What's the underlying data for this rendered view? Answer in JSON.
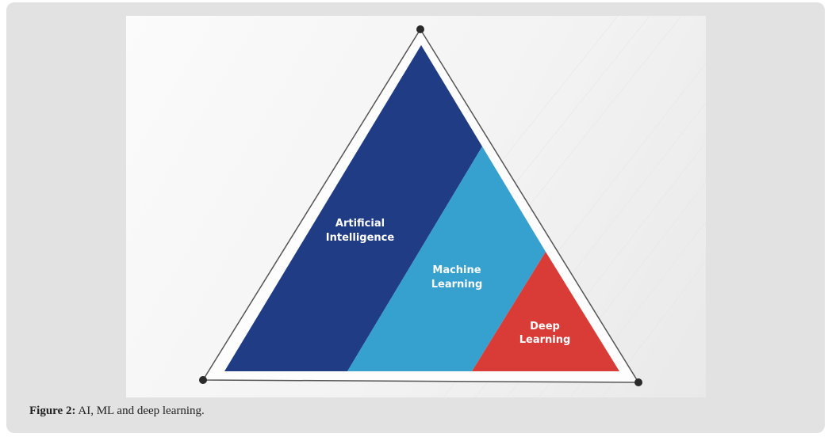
{
  "figure": {
    "labels": {
      "ai_line1": "Artificial",
      "ai_line2": "Intelligence",
      "ml_line1": "Machine",
      "ml_line2": "Learning",
      "dl_line1": "Deep",
      "dl_line2": "Learning"
    },
    "colors": {
      "ai": "#1f3c85",
      "ml": "#36a1cf",
      "dl": "#d93c36",
      "outline": "#555555",
      "vertex": "#2a2a2a"
    }
  },
  "caption": {
    "label": "Figure 2:",
    "text": " AI, ML and deep learning."
  }
}
